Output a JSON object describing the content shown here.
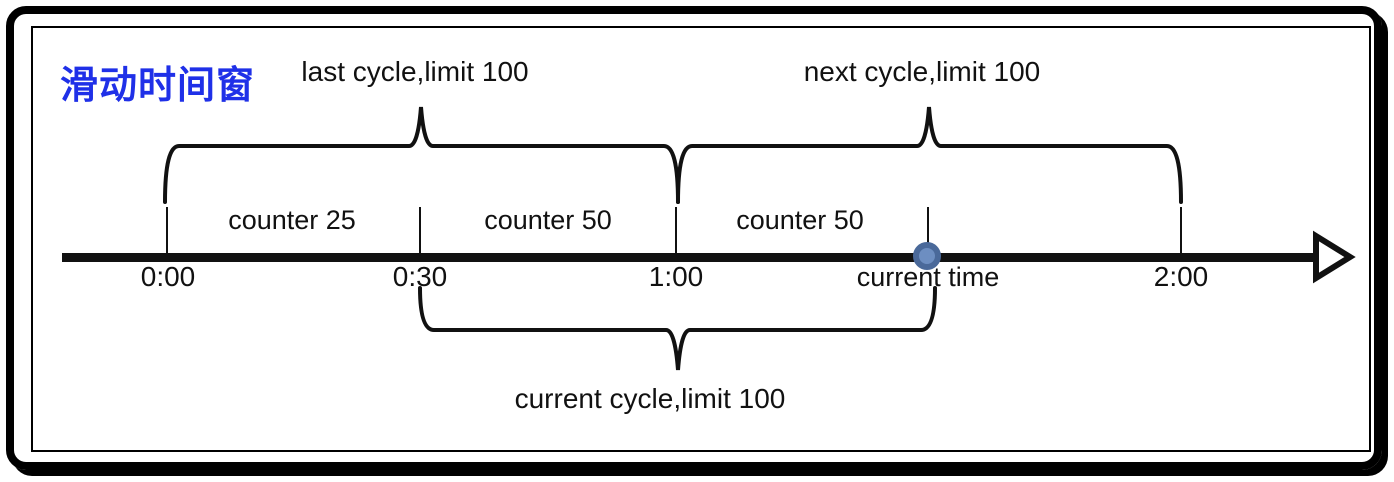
{
  "title": {
    "text": "滑动时间窗"
  },
  "annotations": {
    "last_cycle": "last cycle,limit 100",
    "next_cycle": "next cycle,limit 100",
    "current_cycle": "current cycle,limit 100",
    "current_time": "current time"
  },
  "timeline": {
    "ticks": [
      {
        "label": "0:00"
      },
      {
        "label": "0:30"
      },
      {
        "label": "1:00"
      },
      {
        "label": "2:00"
      }
    ],
    "counters": [
      {
        "label": "counter 25"
      },
      {
        "label": "counter 50"
      },
      {
        "label": "counter 50"
      }
    ]
  },
  "colors": {
    "title": "#1f30e8",
    "ink": "#111111",
    "marker_fill": "#6d8ec1",
    "marker_stroke": "#4a699a"
  }
}
